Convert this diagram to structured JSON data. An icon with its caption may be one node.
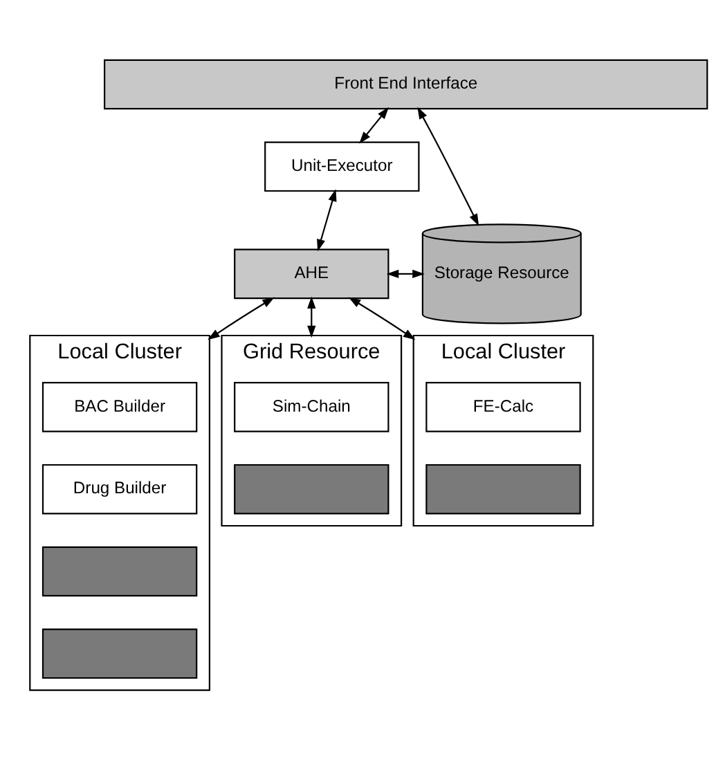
{
  "diagram": {
    "nodes": [
      {
        "text": [
          "Front End Interface"
        ]
      },
      {
        "text": [
          "Unit-Executor"
        ]
      },
      {
        "text": [
          "Storage Resource"
        ]
      },
      {
        "text": [
          "AHE"
        ]
      },
      {
        "text": [
          "Local Cluster"
        ]
      },
      {
        "text": [
          "BAC Builder"
        ],
        "in": 4
      },
      {
        "text": [
          "Drug Builder"
        ],
        "in": 4
      },
      {
        "text": [],
        "shape": "box",
        "in": 4
      },
      {
        "text": [],
        "shape": "box",
        "in": 4
      },
      {
        "text": [
          "Grid Resource"
        ]
      },
      {
        "text": [
          "Sim-Chain"
        ],
        "in": 9
      },
      {
        "text": [],
        "shape": "box",
        "in": 9
      },
      {
        "text": [
          "Local Cluster"
        ]
      },
      {
        "text": [
          "FE-Calc"
        ],
        "in": 12
      },
      {
        "text": [],
        "shape": "box",
        "in": 12
      }
    ],
    "edges": [
      {
        "from": 0,
        "to": 2,
        "arrow": "both"
      },
      {
        "from": 0,
        "to": 1,
        "arrow": "both"
      },
      {
        "from": 1,
        "to": 3,
        "arrow": "both"
      },
      {
        "from": 3,
        "to": 2,
        "arrow": "both"
      },
      {
        "from": 3,
        "to": 4,
        "arrow": "both"
      },
      {
        "from": 3,
        "to": 9,
        "arrow": "both"
      },
      {
        "from": 3,
        "to": 12,
        "arrow": "both"
      }
    ]
  }
}
